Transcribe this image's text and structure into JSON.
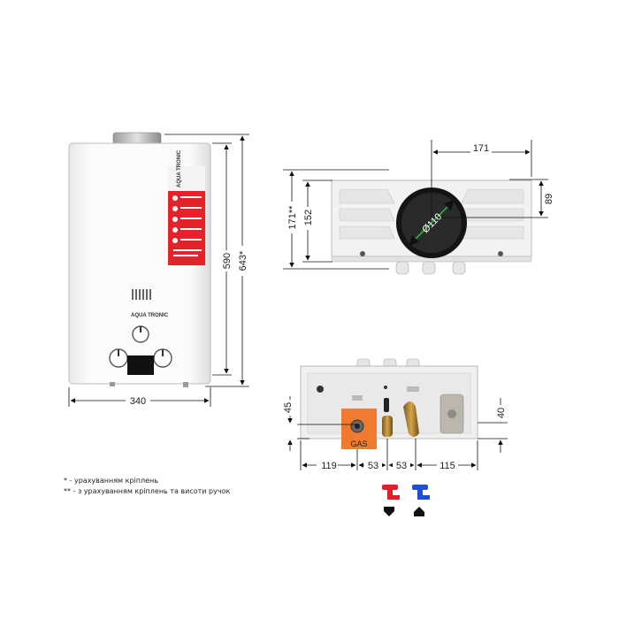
{
  "front_view": {
    "brand_top": "AQUA TRONIC",
    "brand_bottom": "AQUA TRONIC",
    "width_dim": "340",
    "height_dim": "590",
    "height_with_mounts_dim": "643*"
  },
  "top_view": {
    "width_dim": "171",
    "depth_dim": "89",
    "depth_total_dim": "171**",
    "depth_body_dim": "152",
    "flue_diameter": "Ø110"
  },
  "bottom_view": {
    "gas_label": "GAS",
    "left_height_dim": "45",
    "right_height_dim": "40",
    "spacing_dims": [
      "119",
      "53",
      "53",
      "115"
    ]
  },
  "notes": [
    "* - урахуванням кріплень",
    "** - з урахуванням кріплень та висоти ручок"
  ],
  "legend": {
    "hot_color": "#e0202a",
    "cold_color": "#1e4fd0",
    "hot_icon": "hot-water-tap-icon",
    "cold_icon": "cold-water-tap-icon"
  }
}
